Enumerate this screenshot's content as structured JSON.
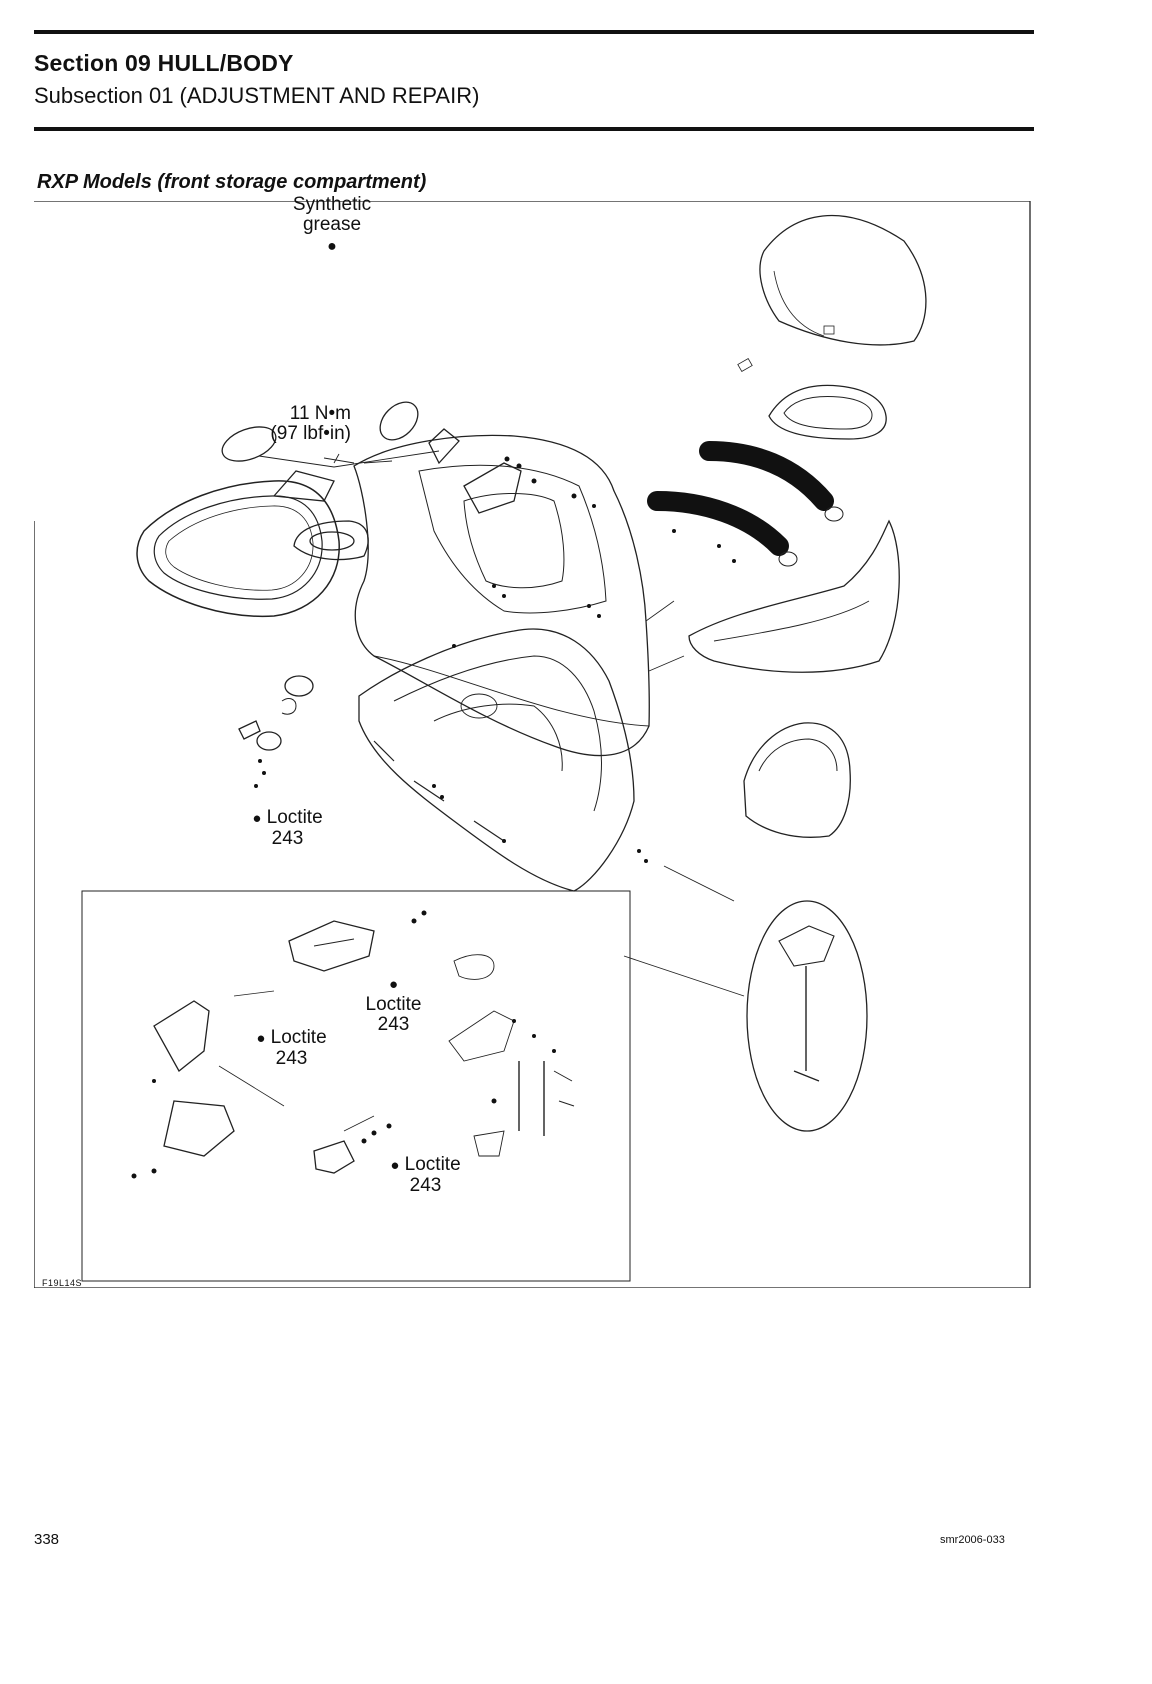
{
  "header": {
    "section": "Section 09 HULL/BODY",
    "subsection": "Subsection 01 (ADJUSTMENT AND REPAIR)"
  },
  "figure": {
    "title": "RXP Models (front storage compartment)",
    "callouts": {
      "synthetic_grease": [
        "Synthetic",
        "grease"
      ],
      "torque": [
        "11 N•m",
        "(97 lbf•in)"
      ],
      "loctite_left": [
        "Loctite",
        "243"
      ],
      "loctite_center": [
        "Loctite",
        "243"
      ],
      "loctite_inset_left": [
        "Loctite",
        "243"
      ],
      "loctite_inset_bottom": [
        "Loctite",
        "243"
      ]
    },
    "figure_code": "F19L14S"
  },
  "footer": {
    "page_number": "338",
    "doc_code": "smr2006-033"
  },
  "icons": {
    "drop": "adhesive-drop-icon"
  }
}
